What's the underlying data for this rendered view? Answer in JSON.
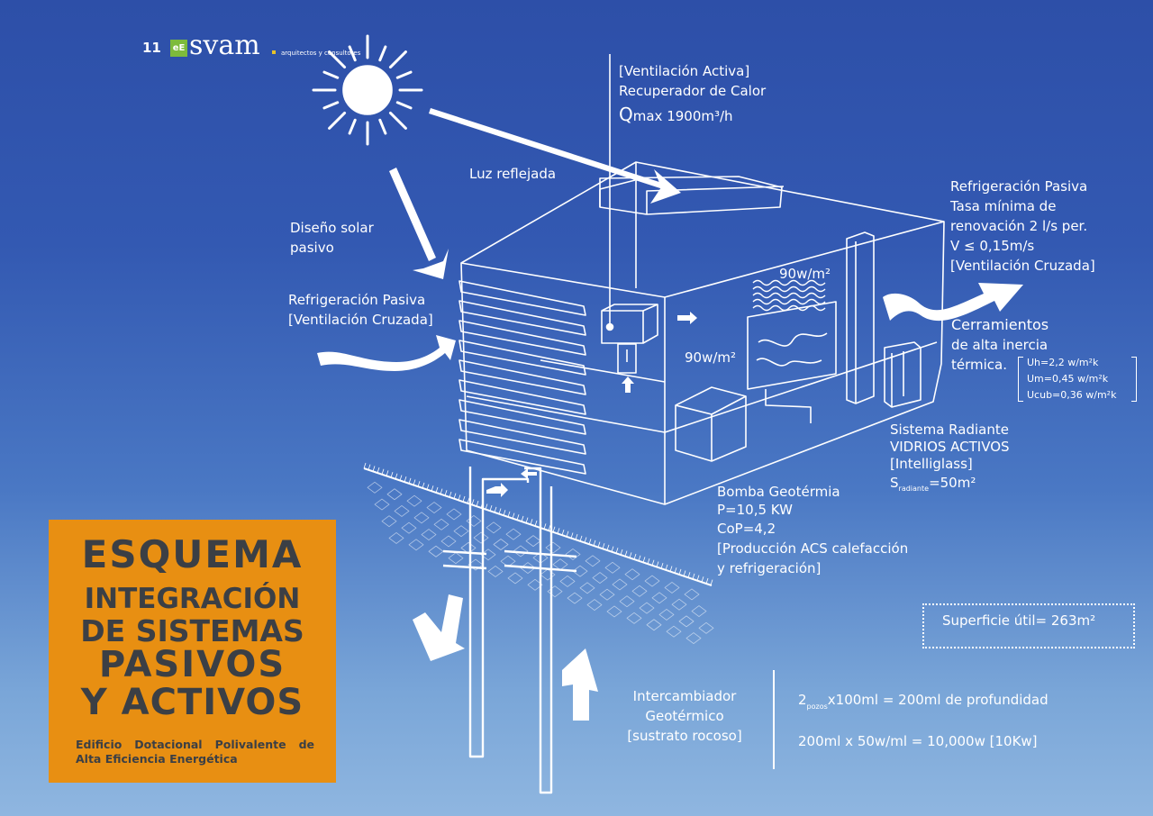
{
  "logo": {
    "page_number": "11",
    "badge": "eE",
    "name": "svam",
    "tagline": "arquitectos y consultores"
  },
  "labels": {
    "ventilacion_activa": "[Ventilación Activa]",
    "recuperador": "Recuperador de Calor",
    "qmax_q": "Q",
    "qmax_rest": "max 1900m³/h",
    "luz_reflejada": "Luz reflejada",
    "diseno_solar_1": "Diseño solar",
    "diseno_solar_2": "pasivo",
    "refrig_left_1": "Refrigeración Pasiva",
    "refrig_left_2": "[Ventilación Cruzada]",
    "refrig_right_1": "Refrigeración Pasiva",
    "refrig_right_2": "Tasa mínima de",
    "refrig_right_3": "renovación 2 l/s per.",
    "refrig_right_4": "V ≤ 0,15m/s",
    "refrig_right_5": "[Ventilación Cruzada]",
    "heat_upper": "90w/m²",
    "heat_lower": "90w/m²",
    "cerramientos_1": "Cerramientos",
    "cerramientos_2": "de alta inercia",
    "cerramientos_3": "térmica.",
    "u_h": "Uh=2,2 w/m²k",
    "u_m": "Um=0,45 w/m²k",
    "u_cub": "Ucub=0,36 w/m²k",
    "radiante_1": "Sistema   Radiante",
    "radiante_2": "VIDRIOS ACTIVOS",
    "radiante_3": "[Intelliglass]",
    "radiante_s": "S",
    "radiante_sub": "radiante",
    "radiante_val": "=50m²",
    "bomba_1": "Bomba Geotérmia",
    "bomba_2": "P=10,5 KW",
    "bomba_3": "CoP=4,2",
    "bomba_4": "[Producción ACS calefacción",
    "bomba_5": "y refrigeración]",
    "superficie": "Superficie útil= 263m²",
    "intercambiador_1": "Intercambiador",
    "intercambiador_2": "Geotérmico",
    "intercambiador_3": "[sustrato rocoso]",
    "pozos_2": "2",
    "pozos_sub": "pozos",
    "pozos_rest": "x100ml = 200ml de profundidad",
    "potencia": "200ml x 50w/ml = 10,000w [10Kw]"
  },
  "title_box": {
    "line1": "ESQUEMA",
    "line2": "INTEGRACIÓN",
    "line3": "DE SISTEMAS",
    "line4": "PASIVOS",
    "line5": "Y ACTIVOS",
    "subtitle": "Edificio Dotacional Polivalente de Alta Eficiencia Energética"
  },
  "colors": {
    "title_box_bg": "#e88f12",
    "title_box_text": "#3b3f45",
    "logo_green": "#7dbb3c",
    "logo_dot": "#e6c229"
  }
}
